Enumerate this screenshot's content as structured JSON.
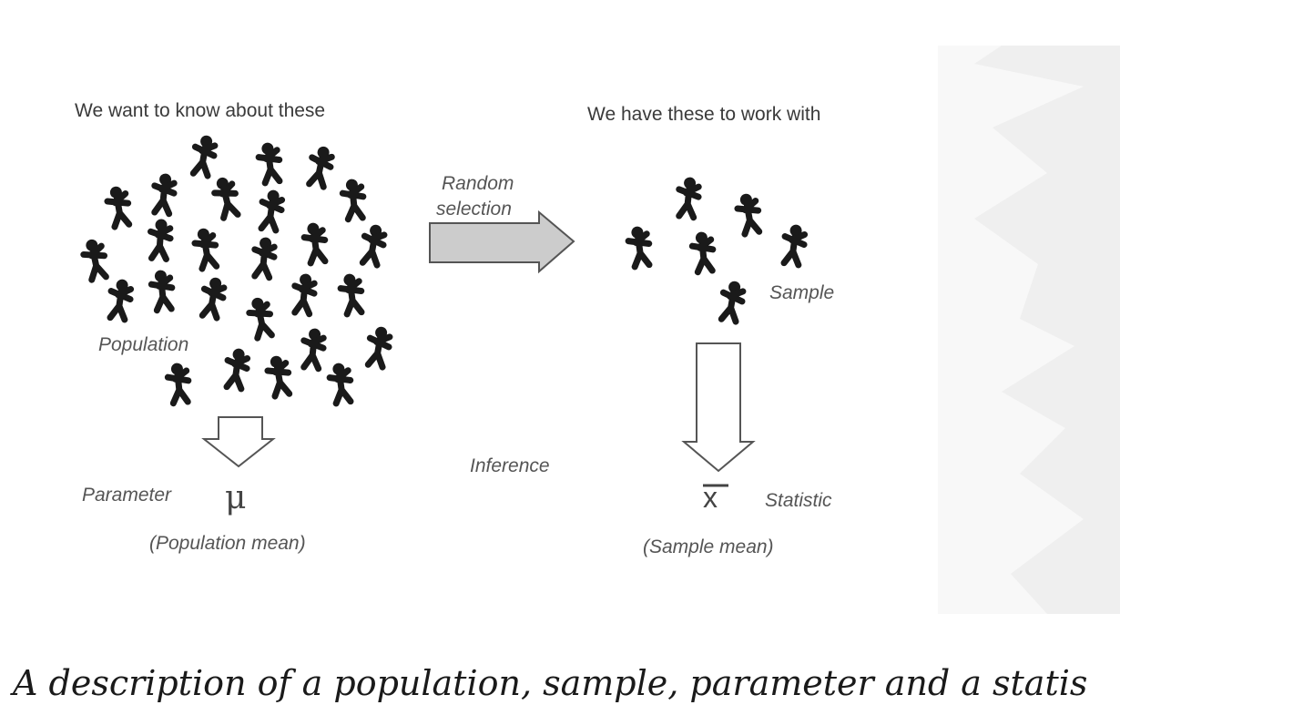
{
  "diagram": {
    "population_header": "We want to know about these",
    "sample_header": "We have these to work with",
    "random_selection": [
      "Random",
      "selection"
    ],
    "population_label": "Population",
    "sample_label": "Sample",
    "parameter_label": "Parameter",
    "parameter_symbol": "μ",
    "population_mean": "(Population mean)",
    "inference_label": "Inference",
    "statistic_symbol": "x",
    "statistic_label": "Statistic",
    "sample_mean": "(Sample mean)",
    "colors": {
      "figure": "#1a1a1a",
      "arrow_fill": "#cccccc",
      "arrow_stroke": "#555555",
      "panel": "#efefef"
    }
  },
  "caption": "A description of a population, sample, parameter and a statis"
}
